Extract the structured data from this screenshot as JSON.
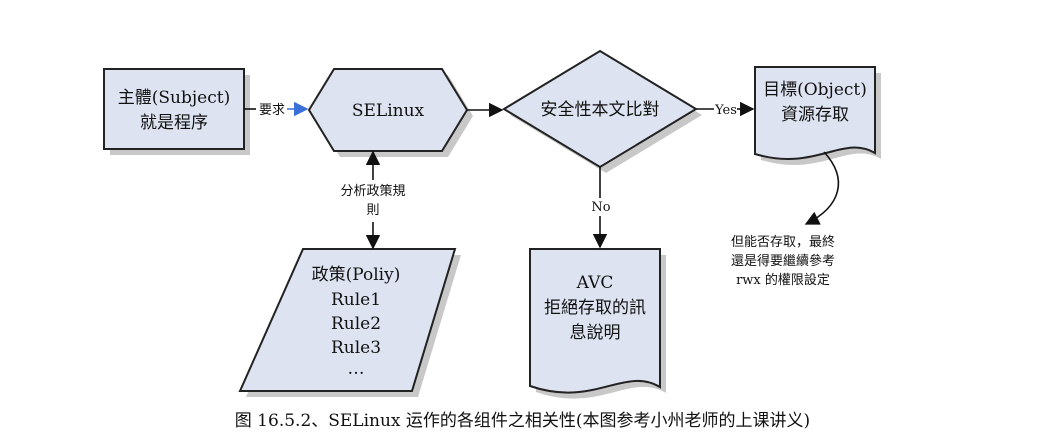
{
  "nodes": {
    "subject": {
      "lines": [
        "主體(Subject)",
        "就是程序"
      ]
    },
    "selinux": {
      "lines": [
        "SELinux"
      ]
    },
    "compare": {
      "lines": [
        "安全性本文比對"
      ]
    },
    "object": {
      "lines": [
        "目標(Object)",
        "資源存取"
      ]
    },
    "policy": {
      "lines": [
        "政策(Poliy)",
        "Rule1",
        "Rule2",
        "Rule3",
        "…"
      ]
    },
    "avc": {
      "lines": [
        "AVC",
        "拒絕存取的訊",
        "息說明"
      ]
    }
  },
  "edges": {
    "request": "要求",
    "analyze": [
      "分析政策規",
      "則"
    ],
    "yes": "Yes",
    "no": "No"
  },
  "annotation": [
    "但能否存取，最終",
    "還是得要繼續參考",
    "rwx 的權限設定"
  ],
  "caption": "图 16.5.2、SELinux  运作的各组件之相关性(本图参考小州老师的上课讲义)",
  "colors": {
    "node_fill": "#dde3f0",
    "request_arrow": "#3a6fd8"
  }
}
